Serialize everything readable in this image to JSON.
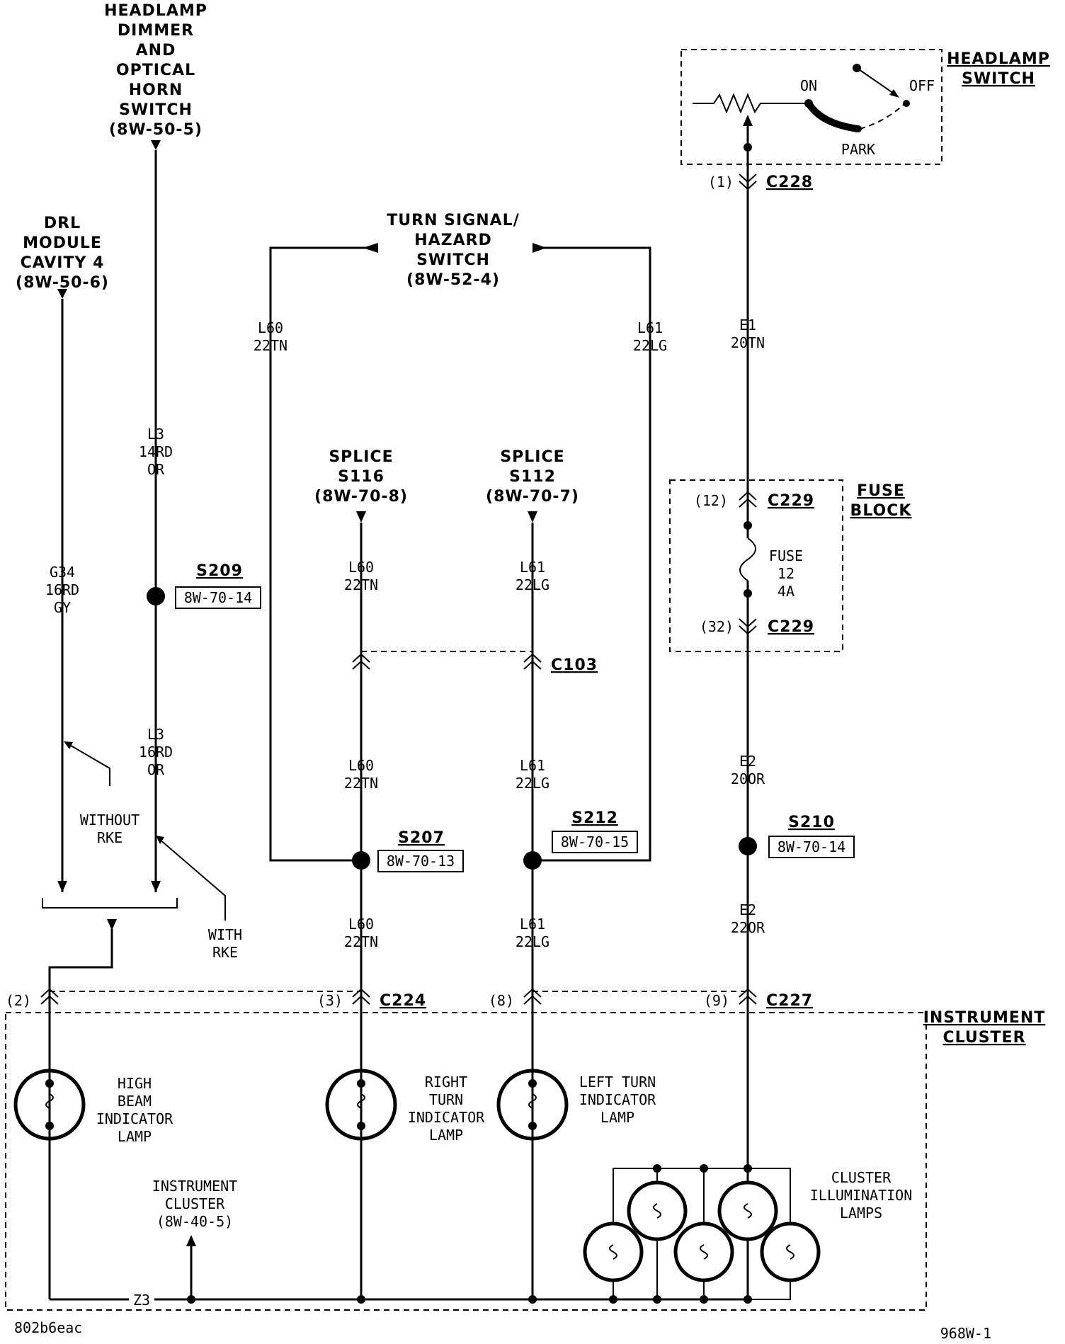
{
  "labels": {
    "headlamp_dimmer": [
      "HEADLAMP",
      "DIMMER",
      "AND",
      "OPTICAL",
      "HORN",
      "SWITCH",
      "(8W-50-5)"
    ],
    "drl_module": [
      "DRL",
      "MODULE",
      "CAVITY 4",
      "(8W-50-6)"
    ],
    "turn_signal": [
      "TURN SIGNAL/",
      "HAZARD",
      "SWITCH",
      "(8W-52-4)"
    ],
    "splice_s116": [
      "SPLICE",
      "S116",
      "(8W-70-8)"
    ],
    "splice_s112": [
      "SPLICE",
      "S112",
      "(8W-70-7)"
    ],
    "headlamp_switch": [
      "HEADLAMP",
      "SWITCH"
    ],
    "fuse_block": [
      "FUSE",
      "BLOCK"
    ],
    "instrument_cluster": [
      "INSTRUMENT",
      "CLUSTER"
    ],
    "instrument_cluster_ref": [
      "INSTRUMENT",
      "CLUSTER",
      "(8W-40-5)"
    ],
    "without_rke": [
      "WITHOUT",
      "RKE"
    ],
    "with_rke": [
      "WITH",
      "RKE"
    ],
    "high_beam_lamp": [
      "HIGH",
      "BEAM",
      "INDICATOR",
      "LAMP"
    ],
    "right_turn_lamp": [
      "RIGHT",
      "TURN",
      "INDICATOR",
      "LAMP"
    ],
    "left_turn_lamp": [
      "LEFT TURN",
      "INDICATOR",
      "LAMP"
    ],
    "cluster_illum": [
      "CLUSTER",
      "ILLUMINATION",
      "LAMPS"
    ],
    "fuse": [
      "FUSE",
      "12",
      "4A"
    ],
    "switch_on": "ON",
    "switch_off": "OFF",
    "switch_park": "PARK"
  },
  "wires": {
    "g34": [
      "G34",
      "16RD",
      "GY"
    ],
    "l3_upper": [
      "L3",
      "14RD",
      "OR"
    ],
    "l3_lower": [
      "L3",
      "16RD",
      "OR"
    ],
    "l60_top": [
      "L60",
      "22TN"
    ],
    "l61_top": [
      "L61",
      "22LG"
    ],
    "l60_a": [
      "L60",
      "22TN"
    ],
    "l61_a": [
      "L61",
      "22LG"
    ],
    "l60_b": [
      "L60",
      "22TN"
    ],
    "l61_b": [
      "L61",
      "22LG"
    ],
    "l60_c": [
      "L60",
      "22TN"
    ],
    "l61_c": [
      "L61",
      "22LG"
    ],
    "e1": [
      "E1",
      "20TN"
    ],
    "e2_a": [
      "E2",
      "20OR"
    ],
    "e2_b": [
      "E2",
      "22OR"
    ],
    "z3": "Z3"
  },
  "splices": {
    "s209": {
      "name": "S209",
      "ref": "8W-70-14"
    },
    "s207": {
      "name": "S207",
      "ref": "8W-70-13"
    },
    "s212": {
      "name": "S212",
      "ref": "8W-70-15"
    },
    "s210": {
      "name": "S210",
      "ref": "8W-70-14"
    }
  },
  "connectors": {
    "c228": {
      "name": "C228",
      "pin": "(1)"
    },
    "c229_top": {
      "name": "C229",
      "pin": "(12)"
    },
    "c229_bot": {
      "name": "C229",
      "pin": "(32)"
    },
    "c103": {
      "name": "C103"
    },
    "c224": {
      "name": "C224",
      "pin2": "(2)",
      "pin3": "(3)"
    },
    "c227": {
      "name": "C227",
      "pin8": "(8)",
      "pin9": "(9)"
    }
  },
  "footer": {
    "left_code": "802b6eac",
    "right_code": "968W-1"
  }
}
